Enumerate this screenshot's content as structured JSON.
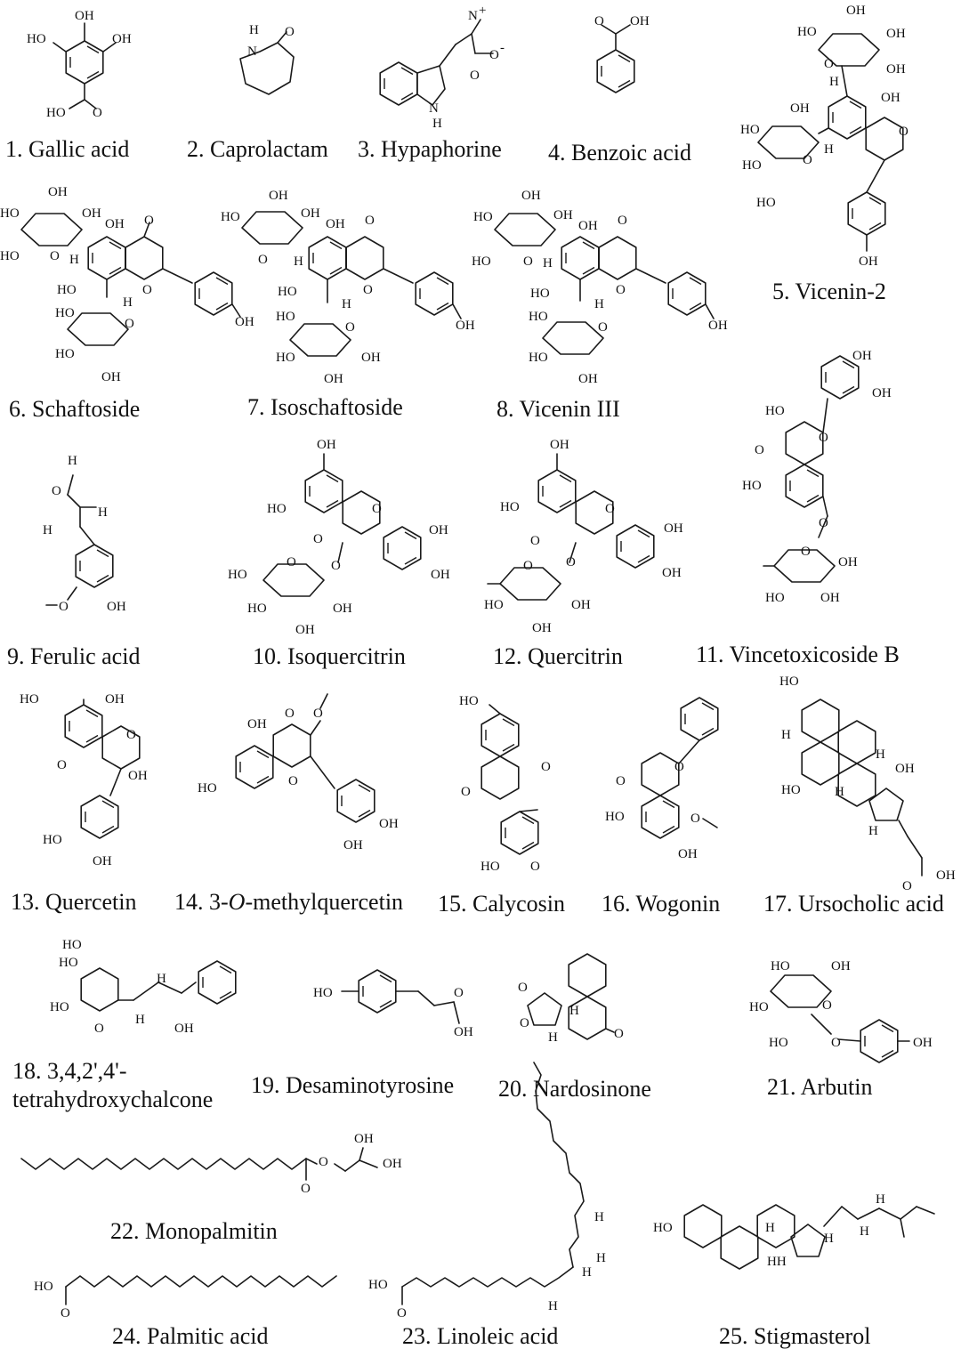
{
  "compounds": [
    {
      "label": "1. Gallic acid"
    },
    {
      "label": "2. Caprolactam"
    },
    {
      "label": "3. Hypaphorine"
    },
    {
      "label": "4. Benzoic acid"
    },
    {
      "label": "5. Vicenin-2"
    },
    {
      "label": "6. Schaftoside"
    },
    {
      "label": "7. Isoschaftoside"
    },
    {
      "label": "8. Vicenin III"
    },
    {
      "label": "9. Ferulic acid"
    },
    {
      "label": "10. Isoquercitrin"
    },
    {
      "label": "12. Quercitrin"
    },
    {
      "label": "11. Vincetoxicoside B"
    },
    {
      "label": "13. Quercetin"
    },
    {
      "label_prefix": "14. 3-",
      "label_italic": "O",
      "label_suffix": "-methylquercetin"
    },
    {
      "label": "15. Calycosin"
    },
    {
      "label": "16. Wogonin"
    },
    {
      "label": "17. Ursocholic acid"
    },
    {
      "label_line1": "18. 3,4,2',4'-",
      "label_line2": "tetrahydroxychalcone"
    },
    {
      "label": "19. Desaminotyrosine"
    },
    {
      "label": "20. Nardosinone"
    },
    {
      "label": "21. Arbutin"
    },
    {
      "label": "22. Monopalmitin"
    },
    {
      "label": "24. Palmitic acid"
    },
    {
      "label": "23. Linoleic acid"
    },
    {
      "label": "25. Stigmasterol"
    }
  ],
  "atoms": {
    "OH": "OH",
    "HO": "HO",
    "O": "O",
    "H": "H",
    "N": "N",
    "NMe3": "N",
    "plus": "+",
    "Ominus": "O",
    "minus": "-",
    "HH": "HH"
  }
}
